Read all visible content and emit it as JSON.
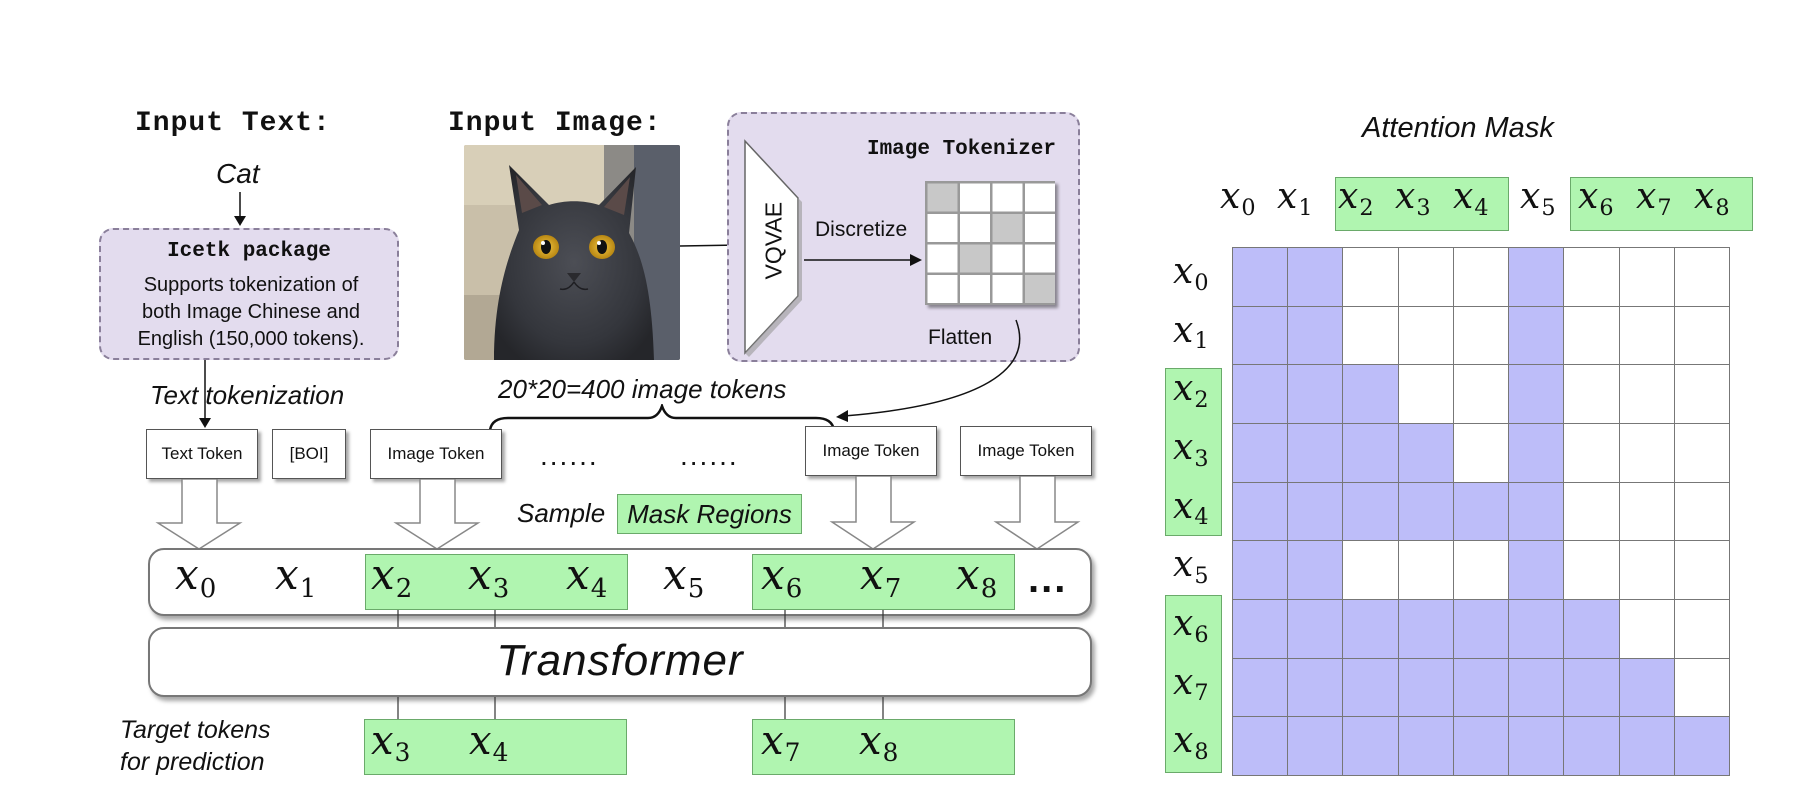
{
  "input_text": {
    "heading": "Input Text:",
    "word": "Cat"
  },
  "icetk": {
    "title": "Icetk package",
    "description": "Supports tokenization of both Image Chinese and English (150,000 tokens)."
  },
  "input_image": {
    "heading": "Input Image:"
  },
  "image_tokenizer": {
    "title": "Image Tokenizer",
    "vqvae_label": "VQVAE",
    "discretize_label": "Discretize",
    "flatten_label": "Flatten"
  },
  "labels": {
    "text_tokenization": "Text tokenization",
    "image_token_count": "20*20=400 image tokens",
    "sample": "Sample",
    "mask_regions": "Mask Regions",
    "transformer": "Transformer",
    "target_tokens_line1": "Target tokens",
    "target_tokens_line2": "for prediction",
    "ellipsis": "......",
    "trailing_dots": "..."
  },
  "token_boxes": [
    {
      "label": "Text Token"
    },
    {
      "label": "[BOI]"
    },
    {
      "label": "Image Token"
    },
    {
      "label": "Image Token"
    },
    {
      "label": "Image Token"
    }
  ],
  "sequence": [
    "x",
    "x",
    "x",
    "x",
    "x",
    "x",
    "x",
    "x",
    "x"
  ],
  "sequence_subscripts": [
    "0",
    "1",
    "2",
    "3",
    "4",
    "5",
    "6",
    "7",
    "8"
  ],
  "targets": {
    "group1": [
      {
        "v": "x",
        "s": "3"
      },
      {
        "v": "x",
        "s": "4"
      }
    ],
    "group2": [
      {
        "v": "x",
        "s": "7"
      },
      {
        "v": "x",
        "s": "8"
      }
    ]
  },
  "attention_mask": {
    "title": "Attention Mask",
    "header_subscripts": [
      "0",
      "1",
      "2",
      "3",
      "4",
      "5",
      "6",
      "7",
      "8"
    ],
    "row_subscripts": [
      "0",
      "1",
      "2",
      "3",
      "4",
      "5",
      "6",
      "7",
      "8"
    ],
    "matrix": [
      [
        1,
        1,
        0,
        0,
        0,
        1,
        0,
        0,
        0
      ],
      [
        1,
        1,
        0,
        0,
        0,
        1,
        0,
        0,
        0
      ],
      [
        1,
        1,
        1,
        0,
        0,
        1,
        0,
        0,
        0
      ],
      [
        1,
        1,
        1,
        1,
        0,
        1,
        0,
        0,
        0
      ],
      [
        1,
        1,
        1,
        1,
        1,
        1,
        0,
        0,
        0
      ],
      [
        1,
        1,
        0,
        0,
        0,
        1,
        0,
        0,
        0
      ],
      [
        1,
        1,
        1,
        1,
        1,
        1,
        1,
        0,
        0
      ],
      [
        1,
        1,
        1,
        1,
        1,
        1,
        1,
        1,
        0
      ],
      [
        1,
        1,
        1,
        1,
        1,
        1,
        1,
        1,
        1
      ]
    ],
    "filled_color": "#bdbdf9",
    "highlight_color": "#b0f5b0"
  },
  "tokenizer_grid": {
    "filled": [
      [
        0,
        0
      ],
      [
        1,
        2
      ],
      [
        2,
        1
      ],
      [
        3,
        3
      ]
    ]
  }
}
